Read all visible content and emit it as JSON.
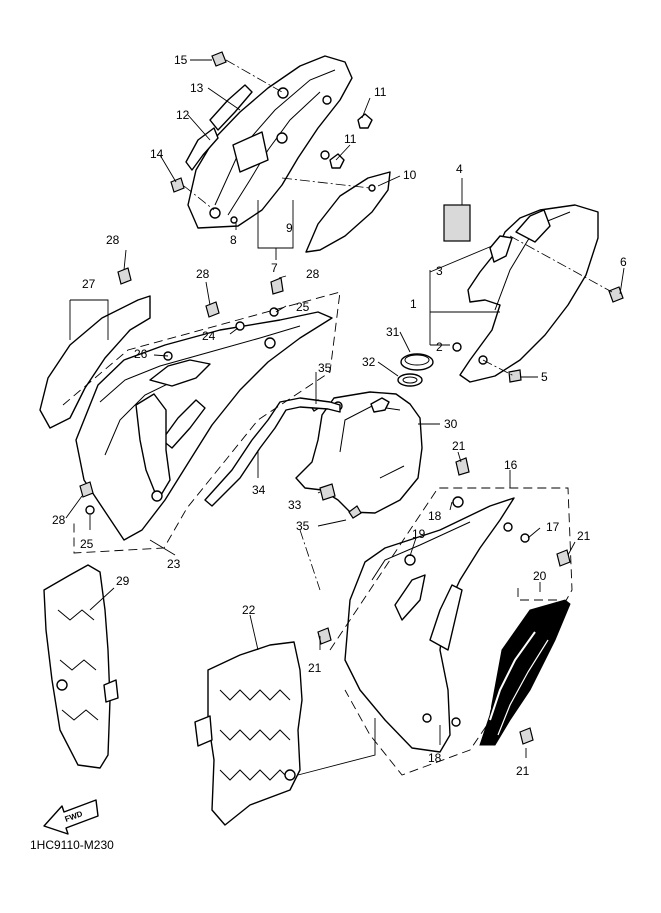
{
  "diagram": {
    "reference_code": "1HC9110-M230",
    "fwd_label": "FWD",
    "colors": {
      "ink": "#000000",
      "background": "#ffffff",
      "shade": "#d9d9d9"
    },
    "callouts": [
      {
        "id": "c1",
        "label": "1"
      },
      {
        "id": "c2",
        "label": "2"
      },
      {
        "id": "c3",
        "label": "3"
      },
      {
        "id": "c4",
        "label": "4"
      },
      {
        "id": "c5",
        "label": "5"
      },
      {
        "id": "c6",
        "label": "6"
      },
      {
        "id": "c7",
        "label": "7"
      },
      {
        "id": "c8",
        "label": "8"
      },
      {
        "id": "c9",
        "label": "9"
      },
      {
        "id": "c10",
        "label": "10"
      },
      {
        "id": "c11a",
        "label": "11"
      },
      {
        "id": "c11b",
        "label": "11"
      },
      {
        "id": "c12",
        "label": "12"
      },
      {
        "id": "c13",
        "label": "13"
      },
      {
        "id": "c14",
        "label": "14"
      },
      {
        "id": "c15",
        "label": "15"
      },
      {
        "id": "c16",
        "label": "16"
      },
      {
        "id": "c17",
        "label": "17"
      },
      {
        "id": "c18a",
        "label": "18"
      },
      {
        "id": "c18b",
        "label": "18"
      },
      {
        "id": "c19",
        "label": "19"
      },
      {
        "id": "c20",
        "label": "20"
      },
      {
        "id": "c21a",
        "label": "21"
      },
      {
        "id": "c21b",
        "label": "21"
      },
      {
        "id": "c21c",
        "label": "21"
      },
      {
        "id": "c21d",
        "label": "21"
      },
      {
        "id": "c22",
        "label": "22"
      },
      {
        "id": "c23",
        "label": "23"
      },
      {
        "id": "c24",
        "label": "24"
      },
      {
        "id": "c25a",
        "label": "25"
      },
      {
        "id": "c25b",
        "label": "25"
      },
      {
        "id": "c26",
        "label": "26"
      },
      {
        "id": "c27",
        "label": "27"
      },
      {
        "id": "c28a",
        "label": "28"
      },
      {
        "id": "c28b",
        "label": "28"
      },
      {
        "id": "c28c",
        "label": "28"
      },
      {
        "id": "c28d",
        "label": "28"
      },
      {
        "id": "c29",
        "label": "29"
      },
      {
        "id": "c30",
        "label": "30"
      },
      {
        "id": "c31",
        "label": "31"
      },
      {
        "id": "c32",
        "label": "32"
      },
      {
        "id": "c33",
        "label": "33"
      },
      {
        "id": "c34",
        "label": "34"
      },
      {
        "id": "c35a",
        "label": "35"
      },
      {
        "id": "c35b",
        "label": "35"
      }
    ]
  }
}
